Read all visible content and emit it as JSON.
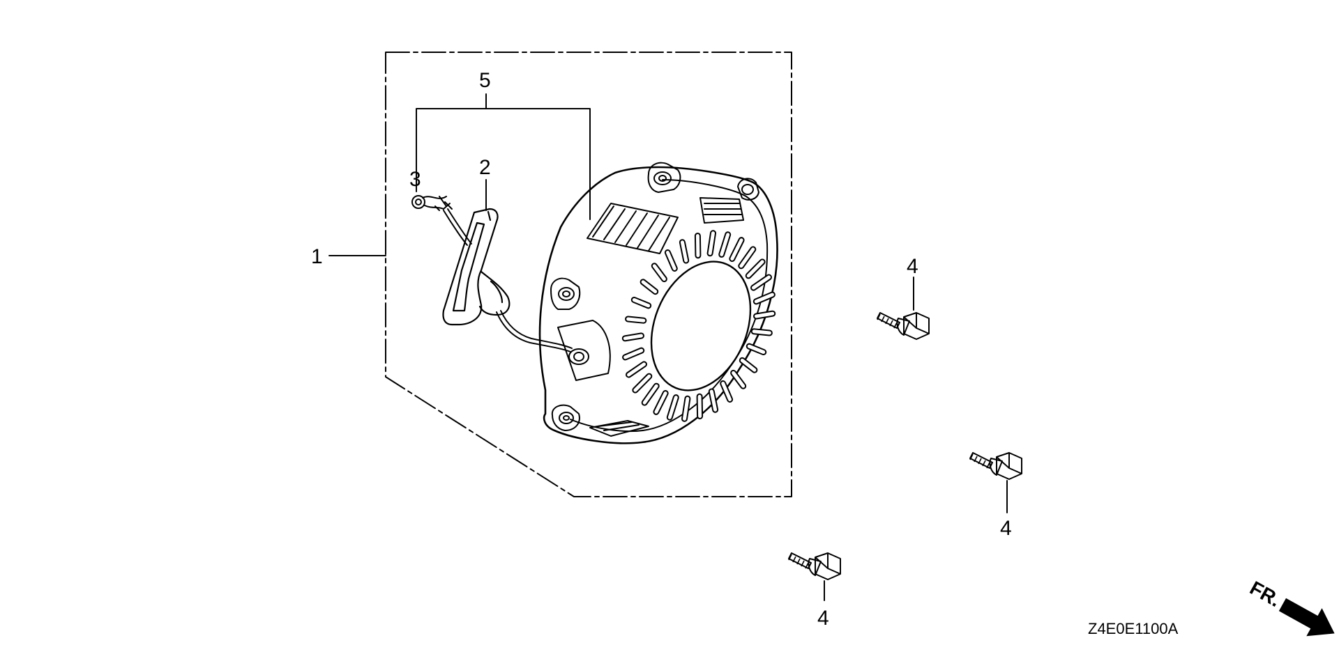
{
  "callouts": {
    "c1": "1",
    "c2": "2",
    "c3": "3",
    "c4a": "4",
    "c4b": "4",
    "c4c": "4",
    "c5": "5"
  },
  "drawing_code": "Z4E0E1100A",
  "direction_label": "FR.",
  "icons": [
    "recoil-starter-housing",
    "starter-grip",
    "rope-knot",
    "flange-bolt",
    "front-arrow"
  ]
}
